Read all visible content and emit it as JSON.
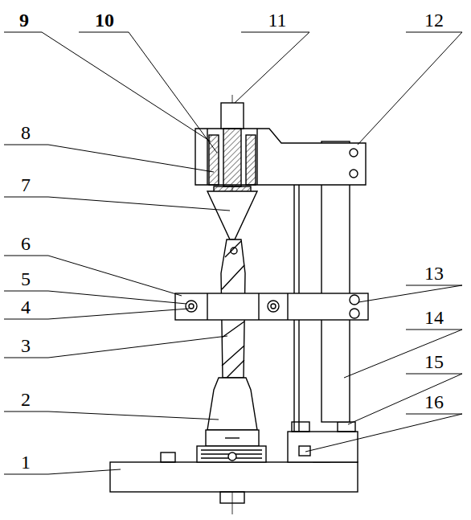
{
  "diagram": {
    "labels": [
      "9",
      "10",
      "11",
      "12",
      "8",
      "7",
      "6",
      "5",
      "4",
      "3",
      "2",
      "1",
      "13",
      "14",
      "15",
      "16"
    ]
  }
}
